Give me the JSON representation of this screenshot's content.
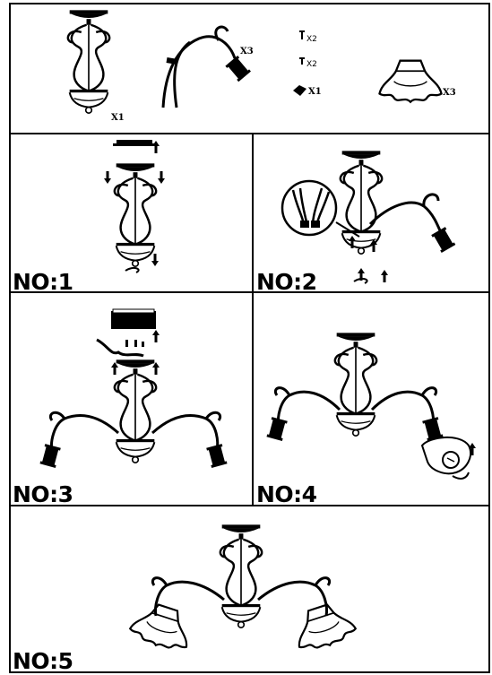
{
  "parts": {
    "canopy_body_qty": "X1",
    "arm_qty": "X3",
    "screw_long_qty": "X2",
    "screw_short_qty": "X2",
    "nut_qty": "X1",
    "shade_qty": "X3"
  },
  "steps": [
    {
      "label": "NO:1"
    },
    {
      "label": "NO:2"
    },
    {
      "label": "NO:3"
    },
    {
      "label": "NO:4"
    },
    {
      "label": "NO:5"
    }
  ],
  "colors": {
    "ink": "#000000",
    "paper": "#ffffff"
  }
}
